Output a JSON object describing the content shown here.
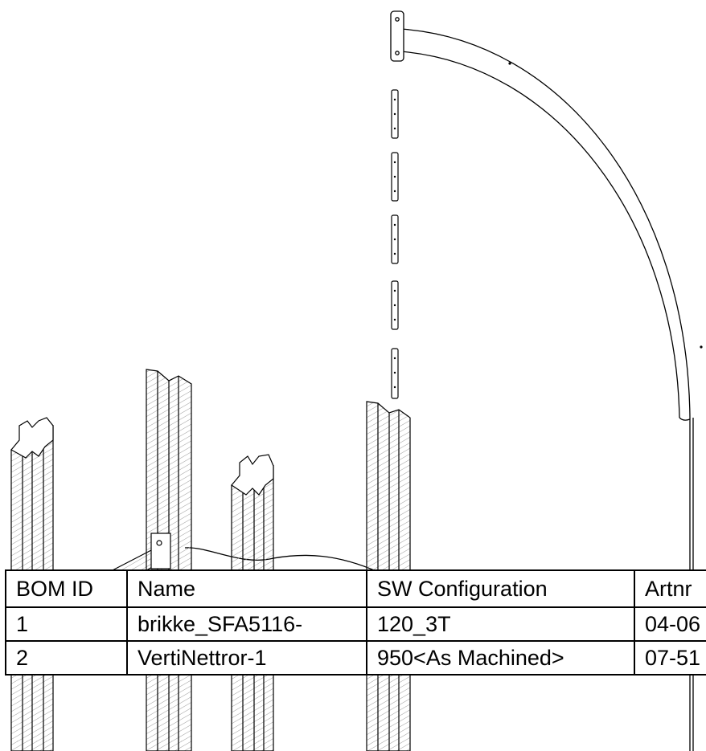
{
  "bom_table": {
    "headers": [
      "BOM ID",
      "Name",
      "SW Configuration",
      "Artnr"
    ],
    "rows": [
      [
        "1",
        "brikke_SFA5116-",
        "120_3T",
        "04-06"
      ],
      [
        "2",
        "VertiNettror-1",
        "950<As Machined>",
        "07-51"
      ]
    ]
  },
  "colors": {
    "line": "#000000",
    "hatch": "#888888",
    "background": "#ffffff"
  }
}
